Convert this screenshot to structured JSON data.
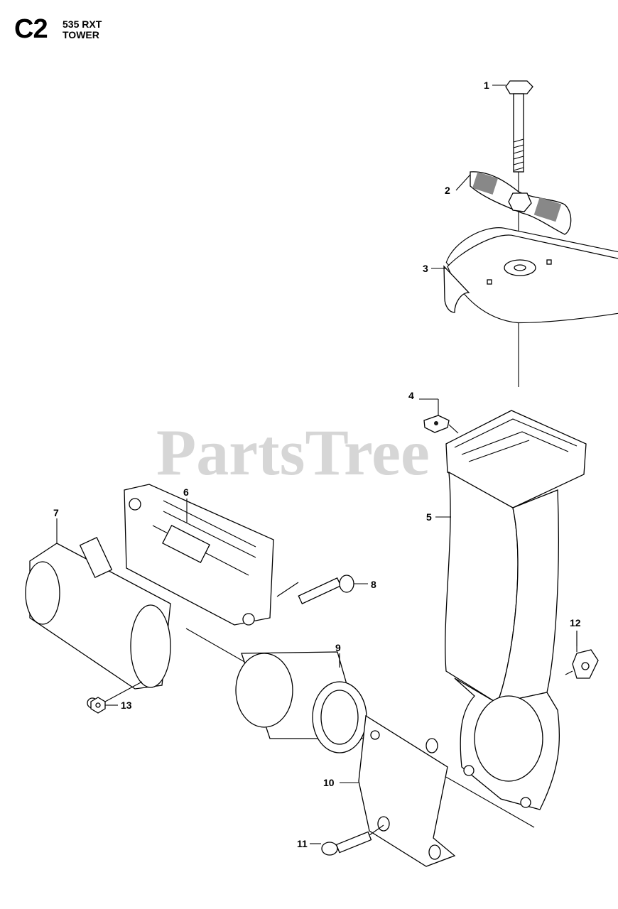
{
  "header": {
    "code": "C2",
    "model": "535 RXT",
    "section": "TOWER"
  },
  "watermark": "PartsTree",
  "callouts": [
    "1",
    "2",
    "3",
    "4",
    "5",
    "6",
    "7",
    "8",
    "9",
    "10",
    "11",
    "12",
    "13"
  ]
}
